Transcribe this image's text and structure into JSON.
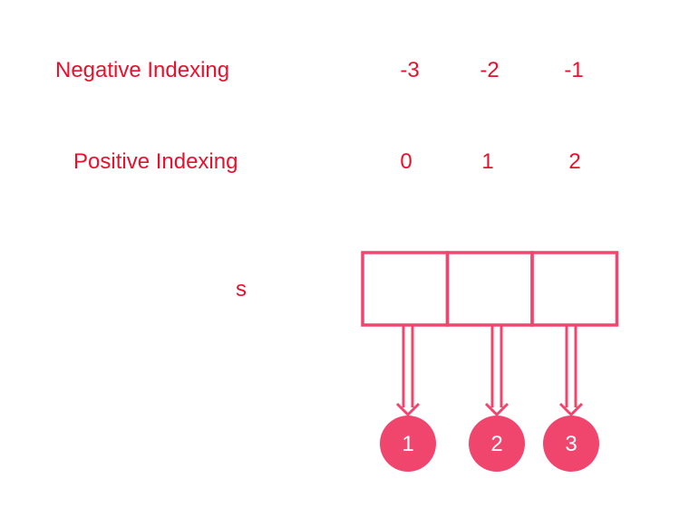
{
  "labels": {
    "negative": "Negative Indexing",
    "positive": "Positive Indexing",
    "variable": "s"
  },
  "negative_indices": [
    "-3",
    "-2",
    "-1"
  ],
  "positive_indices": [
    "0",
    "1",
    "2"
  ],
  "values": [
    "1",
    "2",
    "3"
  ],
  "colors": {
    "text": "#e8112d",
    "box_stroke": "#f0466e",
    "circle_fill": "#f0466e",
    "circle_text": "#ffffff"
  }
}
